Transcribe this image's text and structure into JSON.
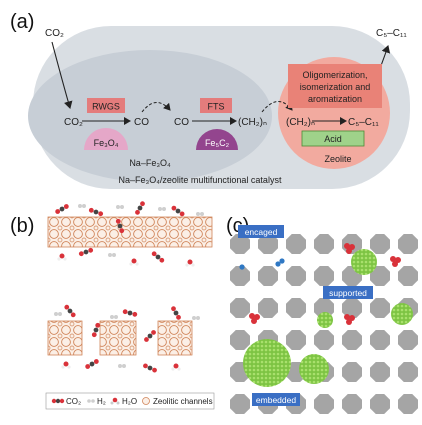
{
  "panel_a": {
    "label": "(a)",
    "co2_in": "CO₂",
    "output_top": "C₅–C₁₁",
    "rwgs_label": "RWGS",
    "fe3o4_label": "Fe₃O₄",
    "co2_mid": "CO₂",
    "co_1": "CO",
    "co_2": "CO",
    "fts_label": "FTS",
    "fe5c2_label": "Fe₅C₂",
    "ch2n_1": "(CH₂)ₙ",
    "ch2n_2": "(CH₂)ₙ",
    "product": "C₅–C₁₁",
    "oligo_line1": "Oligomerization,",
    "oligo_line2": "isomerization and",
    "oligo_line3": "aromatization",
    "acid_label": "Acid",
    "zeolite_label": "Zeolite",
    "na_fe3o4_label": "Na–Fe₃O₄",
    "catalyst_caption": "Na–Fe₃O₄/zeolite multifunctional catalyst",
    "colors": {
      "outer": "#d9dee3",
      "inner": "#c7ced6",
      "rwgs": "#e47c7c",
      "fe3o4": "#e5a7c8",
      "fe5c2": "#93458e",
      "zeolite_circle": "#f2aa9f",
      "acid": "#9fd28a"
    }
  },
  "panel_b": {
    "label": "(b)",
    "legend_co2": "CO₂",
    "legend_h2": "H₂",
    "legend_h2o": "H₂O",
    "legend_channels": "Zeolitic channels"
  },
  "panel_c": {
    "label": "(c)",
    "encaged": "encaged",
    "supported": "supported",
    "embedded": "embedded",
    "colors": {
      "tag": "#3a6fc4",
      "tile": "#a5a5a5",
      "particle": "#7dc443"
    }
  }
}
